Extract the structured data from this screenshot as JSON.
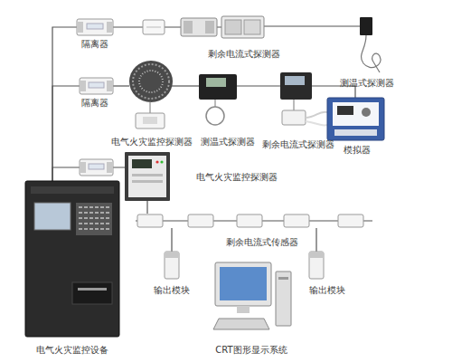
{
  "diagram": {
    "nodes": [
      {
        "text": [
          "隔离器"
        ]
      },
      {
        "text": [
          "剩余电流式探测器"
        ]
      },
      {
        "text": [
          "测温式探测器"
        ]
      },
      {
        "text": [
          "隔离器"
        ]
      },
      {
        "text": [
          "电气火灾监控探测器"
        ]
      },
      {
        "text": [
          "测温式探测器"
        ]
      },
      {
        "text": [
          "剩余电流式探测器"
        ]
      },
      {
        "text": [
          "模拟器"
        ]
      },
      {
        "text": [
          "电气火灾监控探测器"
        ]
      },
      {
        "text": [
          "剩余电流式传感器"
        ]
      },
      {
        "text": [
          "输出模块"
        ]
      },
      {
        "text": [
          "输出模块"
        ]
      },
      {
        "text": [
          "电气火灾监控设备"
        ]
      },
      {
        "text": [
          "CRT图形显示系统"
        ]
      }
    ],
    "edges": [
      {
        "from": 12,
        "to": 0,
        "arrow": "none"
      },
      {
        "from": 0,
        "to": 1,
        "arrow": "none"
      },
      {
        "from": 1,
        "to": 2,
        "arrow": "none"
      },
      {
        "from": 12,
        "to": 3,
        "arrow": "none"
      },
      {
        "from": 3,
        "to": 4,
        "arrow": "none"
      },
      {
        "from": 4,
        "to": 5,
        "arrow": "none"
      },
      {
        "from": 5,
        "to": 6,
        "arrow": "none"
      },
      {
        "from": 6,
        "to": 7,
        "arrow": "none"
      },
      {
        "from": 12,
        "to": 8,
        "arrow": "none"
      },
      {
        "from": 8,
        "to": 9,
        "arrow": "none"
      },
      {
        "from": 9,
        "to": 10,
        "arrow": "none"
      },
      {
        "from": 9,
        "to": 11,
        "arrow": "none"
      }
    ]
  }
}
